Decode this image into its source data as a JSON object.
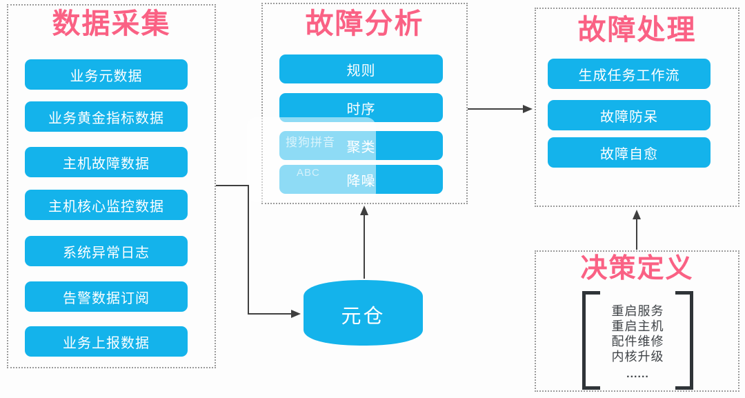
{
  "panels": {
    "data_collection": {
      "title": "数据采集",
      "items": [
        "业务元数据",
        "业务黄金指标数据",
        "主机故障数据",
        "主机核心监控数据",
        "系统异常日志",
        "告警数据订阅",
        "业务上报数据"
      ]
    },
    "fault_analysis": {
      "title": "故障分析",
      "items": [
        "规则",
        "时序",
        "聚类",
        "降噪"
      ]
    },
    "fault_handling": {
      "title": "故障处理",
      "items": [
        "生成任务工作流",
        "故障防呆",
        "故障自愈"
      ]
    },
    "decision_definition": {
      "title": "决策定义",
      "items": [
        "重启服务",
        "重启主机",
        "配件维修",
        "内核升级"
      ],
      "ellipsis": "......"
    }
  },
  "warehouse": {
    "label": "元仓"
  },
  "watermark": {
    "line1": "搜狗拼音",
    "line2": "ABC"
  },
  "colors": {
    "node_blue": "#14b3eb",
    "title_pink": "#fa6184",
    "arrow_gray": "#3f3f3f",
    "border_gray": "#9a9a9a",
    "bracket_dark": "#2f3438"
  }
}
